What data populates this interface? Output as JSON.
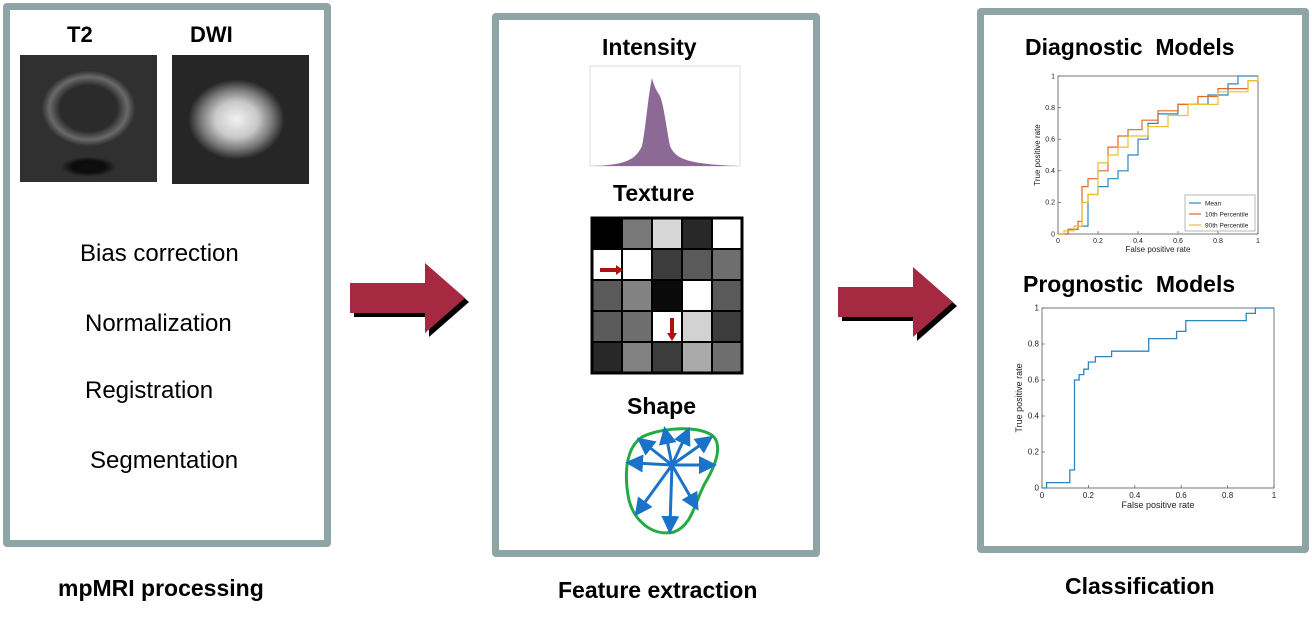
{
  "panels": {
    "processing": {
      "caption": "mpMRI processing",
      "t2_label": "T2",
      "dwi_label": "DWI",
      "steps": [
        "Bias correction",
        "Normalization",
        "Registration",
        "Segmentation"
      ]
    },
    "features": {
      "caption": "Feature extraction",
      "intensity_title": "Intensity",
      "texture_title": "Texture",
      "shape_title": "Shape"
    },
    "classification": {
      "caption": "Classification",
      "diagnostic_title": "Diagnostic  Models",
      "prognostic_title": "Prognostic  Models"
    }
  },
  "colors": {
    "panel_border": "#8fa5a5",
    "arrow": "#a52a41",
    "histogram": "#8c6a95",
    "shape_outline": "#22aa44",
    "shape_arrows": "#1a73c8"
  },
  "texture_grid": {
    "levels": [
      [
        0,
        120,
        215,
        40,
        255
      ],
      [
        255,
        255,
        60,
        90,
        110
      ],
      [
        90,
        130,
        10,
        255,
        90
      ],
      [
        90,
        110,
        255,
        210,
        60
      ],
      [
        40,
        130,
        60,
        170,
        110
      ]
    ]
  },
  "chart_data": [
    {
      "type": "line",
      "title": "Diagnostic  Models",
      "xlabel": "False positive rate",
      "ylabel": "True positive rate",
      "xlim": [
        0,
        1
      ],
      "ylim": [
        0,
        1
      ],
      "xticks": [
        "0",
        "0.2",
        "0.4",
        "0.6",
        "0.8",
        "1"
      ],
      "yticks": [
        "0",
        "0.2",
        "0.4",
        "0.6",
        "0.8",
        "1"
      ],
      "legend": "bottom-right",
      "series": [
        {
          "name": "Mean",
          "color": "#2e86c1",
          "points": [
            [
              0,
              0
            ],
            [
              0.05,
              0
            ],
            [
              0.05,
              0.03
            ],
            [
              0.1,
              0.03
            ],
            [
              0.1,
              0.05
            ],
            [
              0.15,
              0.05
            ],
            [
              0.15,
              0.25
            ],
            [
              0.2,
              0.25
            ],
            [
              0.2,
              0.3
            ],
            [
              0.25,
              0.3
            ],
            [
              0.25,
              0.35
            ],
            [
              0.3,
              0.35
            ],
            [
              0.3,
              0.4
            ],
            [
              0.35,
              0.4
            ],
            [
              0.35,
              0.5
            ],
            [
              0.4,
              0.5
            ],
            [
              0.4,
              0.6
            ],
            [
              0.45,
              0.6
            ],
            [
              0.45,
              0.7
            ],
            [
              0.5,
              0.7
            ],
            [
              0.5,
              0.76
            ],
            [
              0.6,
              0.76
            ],
            [
              0.6,
              0.82
            ],
            [
              0.75,
              0.82
            ],
            [
              0.75,
              0.88
            ],
            [
              0.85,
              0.88
            ],
            [
              0.85,
              0.95
            ],
            [
              0.9,
              0.95
            ],
            [
              0.9,
              1
            ],
            [
              1,
              1
            ]
          ]
        },
        {
          "name": "10th Percentile",
          "color": "#e06a2a",
          "points": [
            [
              0,
              0
            ],
            [
              0.05,
              0
            ],
            [
              0.05,
              0.03
            ],
            [
              0.1,
              0.03
            ],
            [
              0.1,
              0.08
            ],
            [
              0.12,
              0.08
            ],
            [
              0.12,
              0.3
            ],
            [
              0.15,
              0.3
            ],
            [
              0.15,
              0.35
            ],
            [
              0.2,
              0.35
            ],
            [
              0.2,
              0.4
            ],
            [
              0.25,
              0.4
            ],
            [
              0.25,
              0.55
            ],
            [
              0.3,
              0.55
            ],
            [
              0.3,
              0.62
            ],
            [
              0.35,
              0.62
            ],
            [
              0.35,
              0.66
            ],
            [
              0.42,
              0.66
            ],
            [
              0.42,
              0.72
            ],
            [
              0.5,
              0.72
            ],
            [
              0.5,
              0.78
            ],
            [
              0.6,
              0.78
            ],
            [
              0.6,
              0.82
            ],
            [
              0.7,
              0.82
            ],
            [
              0.7,
              0.87
            ],
            [
              0.8,
              0.87
            ],
            [
              0.8,
              0.92
            ],
            [
              0.95,
              0.92
            ],
            [
              0.95,
              0.97
            ],
            [
              1,
              0.97
            ],
            [
              1,
              1
            ]
          ]
        },
        {
          "name": "90th Percentile",
          "color": "#e8c233",
          "points": [
            [
              0,
              0
            ],
            [
              0.03,
              0
            ],
            [
              0.03,
              0.02
            ],
            [
              0.08,
              0.02
            ],
            [
              0.08,
              0.05
            ],
            [
              0.12,
              0.05
            ],
            [
              0.12,
              0.2
            ],
            [
              0.15,
              0.2
            ],
            [
              0.15,
              0.25
            ],
            [
              0.2,
              0.25
            ],
            [
              0.2,
              0.45
            ],
            [
              0.25,
              0.45
            ],
            [
              0.25,
              0.5
            ],
            [
              0.3,
              0.5
            ],
            [
              0.3,
              0.55
            ],
            [
              0.35,
              0.55
            ],
            [
              0.35,
              0.62
            ],
            [
              0.45,
              0.62
            ],
            [
              0.45,
              0.68
            ],
            [
              0.55,
              0.68
            ],
            [
              0.55,
              0.75
            ],
            [
              0.65,
              0.75
            ],
            [
              0.65,
              0.82
            ],
            [
              0.8,
              0.82
            ],
            [
              0.8,
              0.9
            ],
            [
              0.95,
              0.9
            ],
            [
              0.95,
              0.97
            ],
            [
              1,
              0.97
            ],
            [
              1,
              1
            ]
          ]
        }
      ]
    },
    {
      "type": "line",
      "title": "Prognostic  Models",
      "xlabel": "False positive rate",
      "ylabel": "True positive rate",
      "xlim": [
        0,
        1
      ],
      "ylim": [
        0,
        1
      ],
      "xticks": [
        "0",
        "0.2",
        "0.4",
        "0.6",
        "0.8",
        "1"
      ],
      "yticks": [
        "0",
        "0.2",
        "0.4",
        "0.6",
        "0.8",
        "1"
      ],
      "series": [
        {
          "color": "#2e86c1",
          "points": [
            [
              0,
              0
            ],
            [
              0.02,
              0
            ],
            [
              0.02,
              0.03
            ],
            [
              0.12,
              0.03
            ],
            [
              0.12,
              0.1
            ],
            [
              0.14,
              0.1
            ],
            [
              0.14,
              0.6
            ],
            [
              0.16,
              0.6
            ],
            [
              0.16,
              0.63
            ],
            [
              0.18,
              0.63
            ],
            [
              0.18,
              0.66
            ],
            [
              0.2,
              0.66
            ],
            [
              0.2,
              0.7
            ],
            [
              0.23,
              0.7
            ],
            [
              0.23,
              0.73
            ],
            [
              0.3,
              0.73
            ],
            [
              0.3,
              0.76
            ],
            [
              0.46,
              0.76
            ],
            [
              0.46,
              0.83
            ],
            [
              0.58,
              0.83
            ],
            [
              0.58,
              0.87
            ],
            [
              0.62,
              0.87
            ],
            [
              0.62,
              0.93
            ],
            [
              0.88,
              0.93
            ],
            [
              0.88,
              0.97
            ],
            [
              0.92,
              0.97
            ],
            [
              0.92,
              1
            ],
            [
              1,
              1
            ]
          ]
        }
      ]
    }
  ]
}
